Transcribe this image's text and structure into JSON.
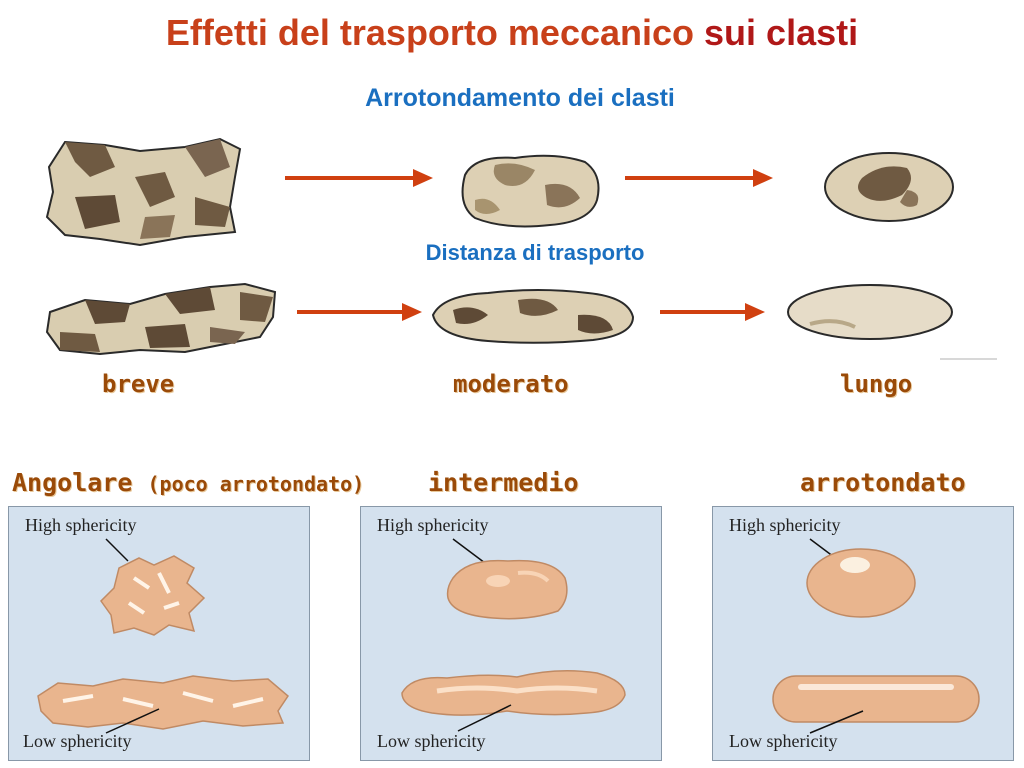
{
  "title": {
    "part1": "Effetti del trasporto meccanico",
    "part2": "sui clasti"
  },
  "subtitle": "Arrotondamento dei clasti",
  "transport_label": "Distanza di trasporto",
  "distances": [
    "breve",
    "moderato",
    "lungo"
  ],
  "classes": {
    "angular": "Angolare",
    "angular_note": "(poco arrotondato)",
    "intermediate": "intermedio",
    "rounded": "arrotondato"
  },
  "panels": [
    {
      "top_label": "High sphericity",
      "bottom_label": "Low sphericity"
    },
    {
      "top_label": "High sphericity",
      "bottom_label": "Low sphericity"
    },
    {
      "top_label": "High sphericity",
      "bottom_label": "Low sphericity"
    }
  ],
  "colors": {
    "title": "#c8401a",
    "title_accent": "#b01818",
    "subtitle": "#1a6fc0",
    "arrow": "#d04010",
    "label_brown": "#9a4a08",
    "panel_bg": "#d4e1ee",
    "grain": "#e9b58e"
  }
}
